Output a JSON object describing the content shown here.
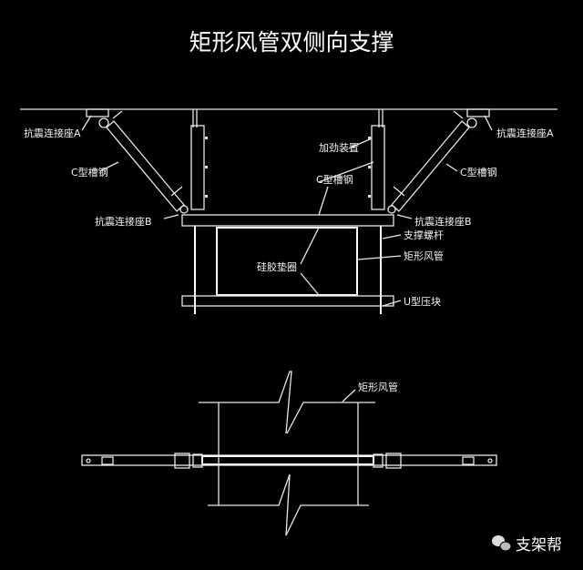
{
  "title": "矩形风管双侧向支撑",
  "labels": {
    "seismic_seat_a_left": "抗震连接座A",
    "seismic_seat_a_right": "抗震连接座A",
    "c_channel_left": "C型槽钢",
    "c_channel_middle": "C型槽钢",
    "c_channel_right": "C型槽钢",
    "stiffener": "加劲装置",
    "seismic_seat_b_left": "抗震连接座B",
    "seismic_seat_b_right": "抗震连接座B",
    "support_rod": "支撑螺杆",
    "rect_duct": "矩形风管",
    "silicone_gasket": "硅胶垫圈",
    "u_clamp": "U型压块",
    "rect_duct_plan": "矩形风管"
  },
  "watermark": "支架帮",
  "colors": {
    "background": "#000000",
    "lines": "#e8e8e8"
  }
}
